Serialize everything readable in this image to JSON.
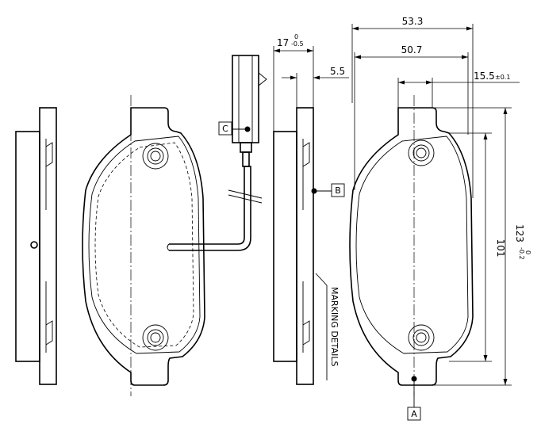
{
  "dimensions": {
    "width_53": "53.3",
    "width_50": "50.7",
    "offset_15": "15.5",
    "offset_15_tol": "±0.1",
    "thickness_17": "17",
    "thickness_17_tol_top": "0",
    "thickness_17_tol_bottom": "-0.5",
    "backplate": "5.5",
    "height_101": "101",
    "height_123": "123",
    "height_123_tol_top": "0",
    "height_123_tol_bottom": "-0.2"
  },
  "labels": {
    "ref_a": "A",
    "ref_b": "B",
    "ref_c": "C",
    "marking_details": "MARKING DETAILS"
  }
}
